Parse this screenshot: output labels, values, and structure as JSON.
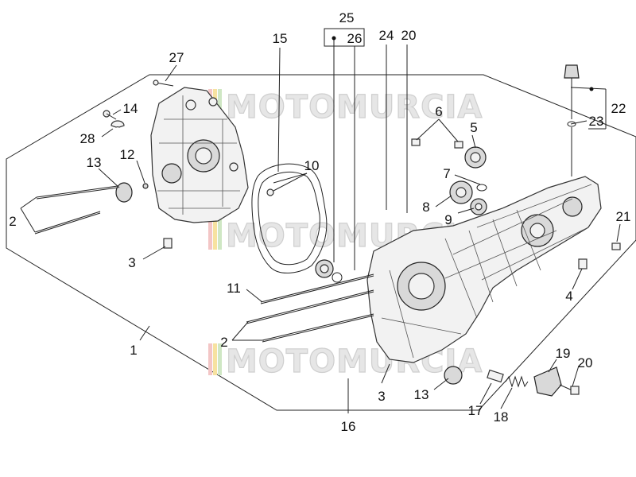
{
  "callouts": [
    "1",
    "2",
    "2",
    "3",
    "3",
    "4",
    "5",
    "6",
    "7",
    "8",
    "9",
    "10",
    "11",
    "12",
    "13",
    "13",
    "14",
    "15",
    "16",
    "17",
    "18",
    "19",
    "20",
    "20",
    "21",
    "22",
    "23",
    "24",
    "25",
    "26",
    "27",
    "28"
  ],
  "watermark": "MOTOMURCIA"
}
